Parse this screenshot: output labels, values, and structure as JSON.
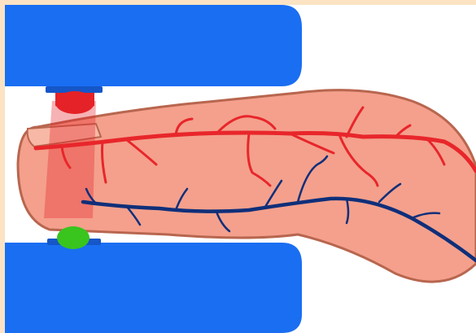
{
  "diagram": {
    "subject": "finger-in-pulse-oximeter-clip",
    "colors": {
      "frame_border": "#fbe3c4",
      "background": "#ffffff",
      "clip_blue": "#1a6ef2",
      "clip_pad": "#1556c8",
      "finger_skin": "#f4a08c",
      "finger_outline": "#b8664f",
      "nail": "#f7b8a6",
      "artery_red": "#e8262b",
      "vein_blue": "#0f2f7a",
      "led_red": "#e52227",
      "sensor_green": "#39c41e",
      "light_beam": "#e52227"
    },
    "parts": {
      "upper_clip": "upper-clip",
      "lower_clip": "lower-clip",
      "led": "red-led-emitter",
      "detector": "green-photodetector",
      "beam": "light-beam",
      "finger": "finger",
      "arteries": "arteries",
      "veins": "veins"
    }
  }
}
